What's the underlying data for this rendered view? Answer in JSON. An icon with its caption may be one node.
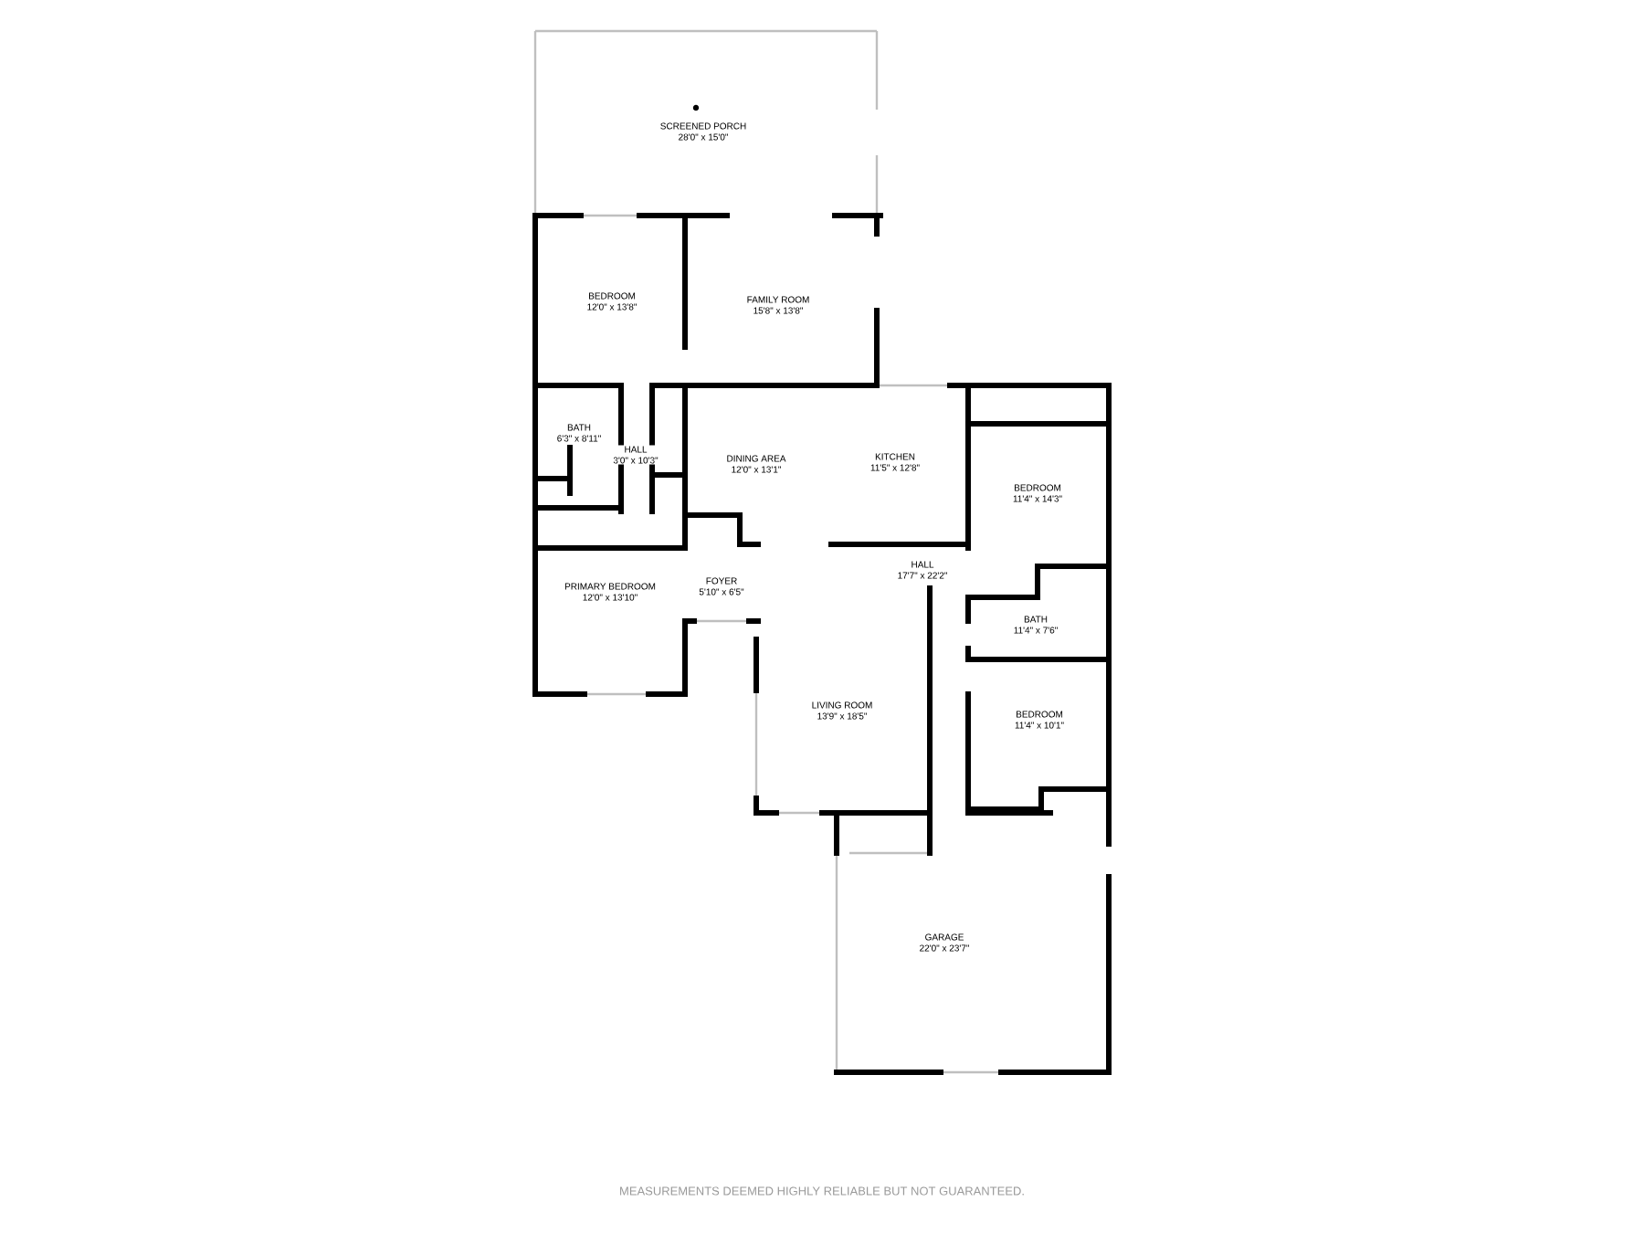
{
  "diagram": {
    "nodes": [
      {
        "text": [
          "SCREENED PORCH",
          "28'0\" x 15'0\""
        ]
      },
      {
        "text": [
          "BEDROOM",
          "12'0\" x 13'8\""
        ]
      },
      {
        "text": [
          "FAMILY ROOM",
          "15'8\" x 13'8\""
        ]
      },
      {
        "text": [
          "BATH",
          "6'3\" x 8'11\""
        ]
      },
      {
        "text": [
          "HALL",
          "3'0\" x 10'3\""
        ]
      },
      {
        "text": [
          "DINING AREA",
          "12'0\" x 13'1\""
        ]
      },
      {
        "text": [
          "KITCHEN",
          "11'5\" x 12'8\""
        ]
      },
      {
        "text": [
          "BEDROOM",
          "11'4\" x 14'3\""
        ]
      },
      {
        "text": [
          "PRIMARY BEDROOM",
          "12'0\" x 13'10\""
        ]
      },
      {
        "text": [
          "FOYER",
          "5'10\" x 6'5\""
        ]
      },
      {
        "text": [
          "HALL",
          "17'7\" x 22'2\""
        ]
      },
      {
        "text": [
          "BATH",
          "11'4\" x 7'6\""
        ]
      },
      {
        "text": [
          "BEDROOM",
          "11'4\" x 10'1\""
        ]
      },
      {
        "text": [
          "LIVING ROOM",
          "13'9\" x 18'5\""
        ]
      },
      {
        "text": [
          "GARAGE",
          "22'0\" x 23'7\""
        ]
      }
    ],
    "labels": [
      "MEASUREMENTS DEEMED HIGHLY RELIABLE BUT NOT GUARANTEED."
    ]
  }
}
